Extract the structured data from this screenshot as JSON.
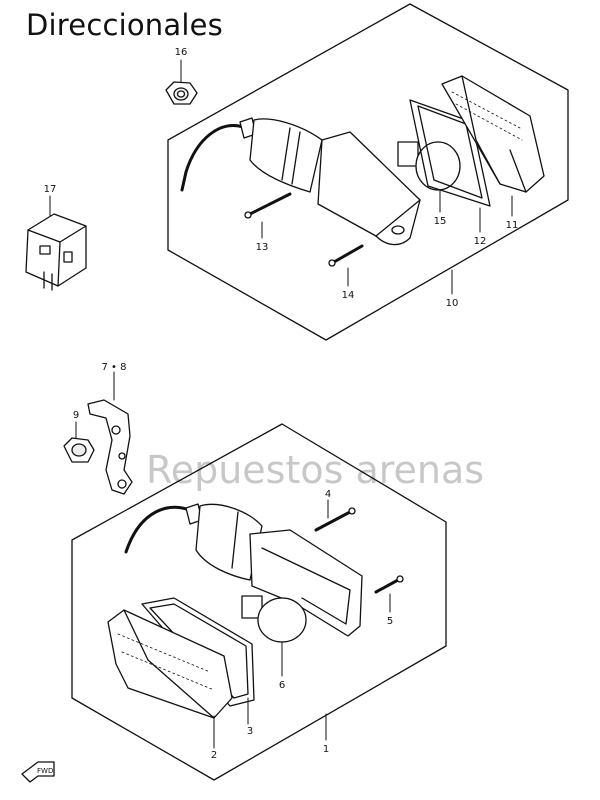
{
  "title": "Direccionales",
  "watermark": "Repuestos arenas",
  "fwd_label": "FWD",
  "callouts": {
    "c1": "1",
    "c2": "2",
    "c3": "3",
    "c4": "4",
    "c5": "5",
    "c6": "6",
    "c78": "7 • 8",
    "c9": "9",
    "c10": "10",
    "c11": "11",
    "c12": "12",
    "c13": "13",
    "c14": "14",
    "c15": "15",
    "c16": "16",
    "c17": "17"
  }
}
